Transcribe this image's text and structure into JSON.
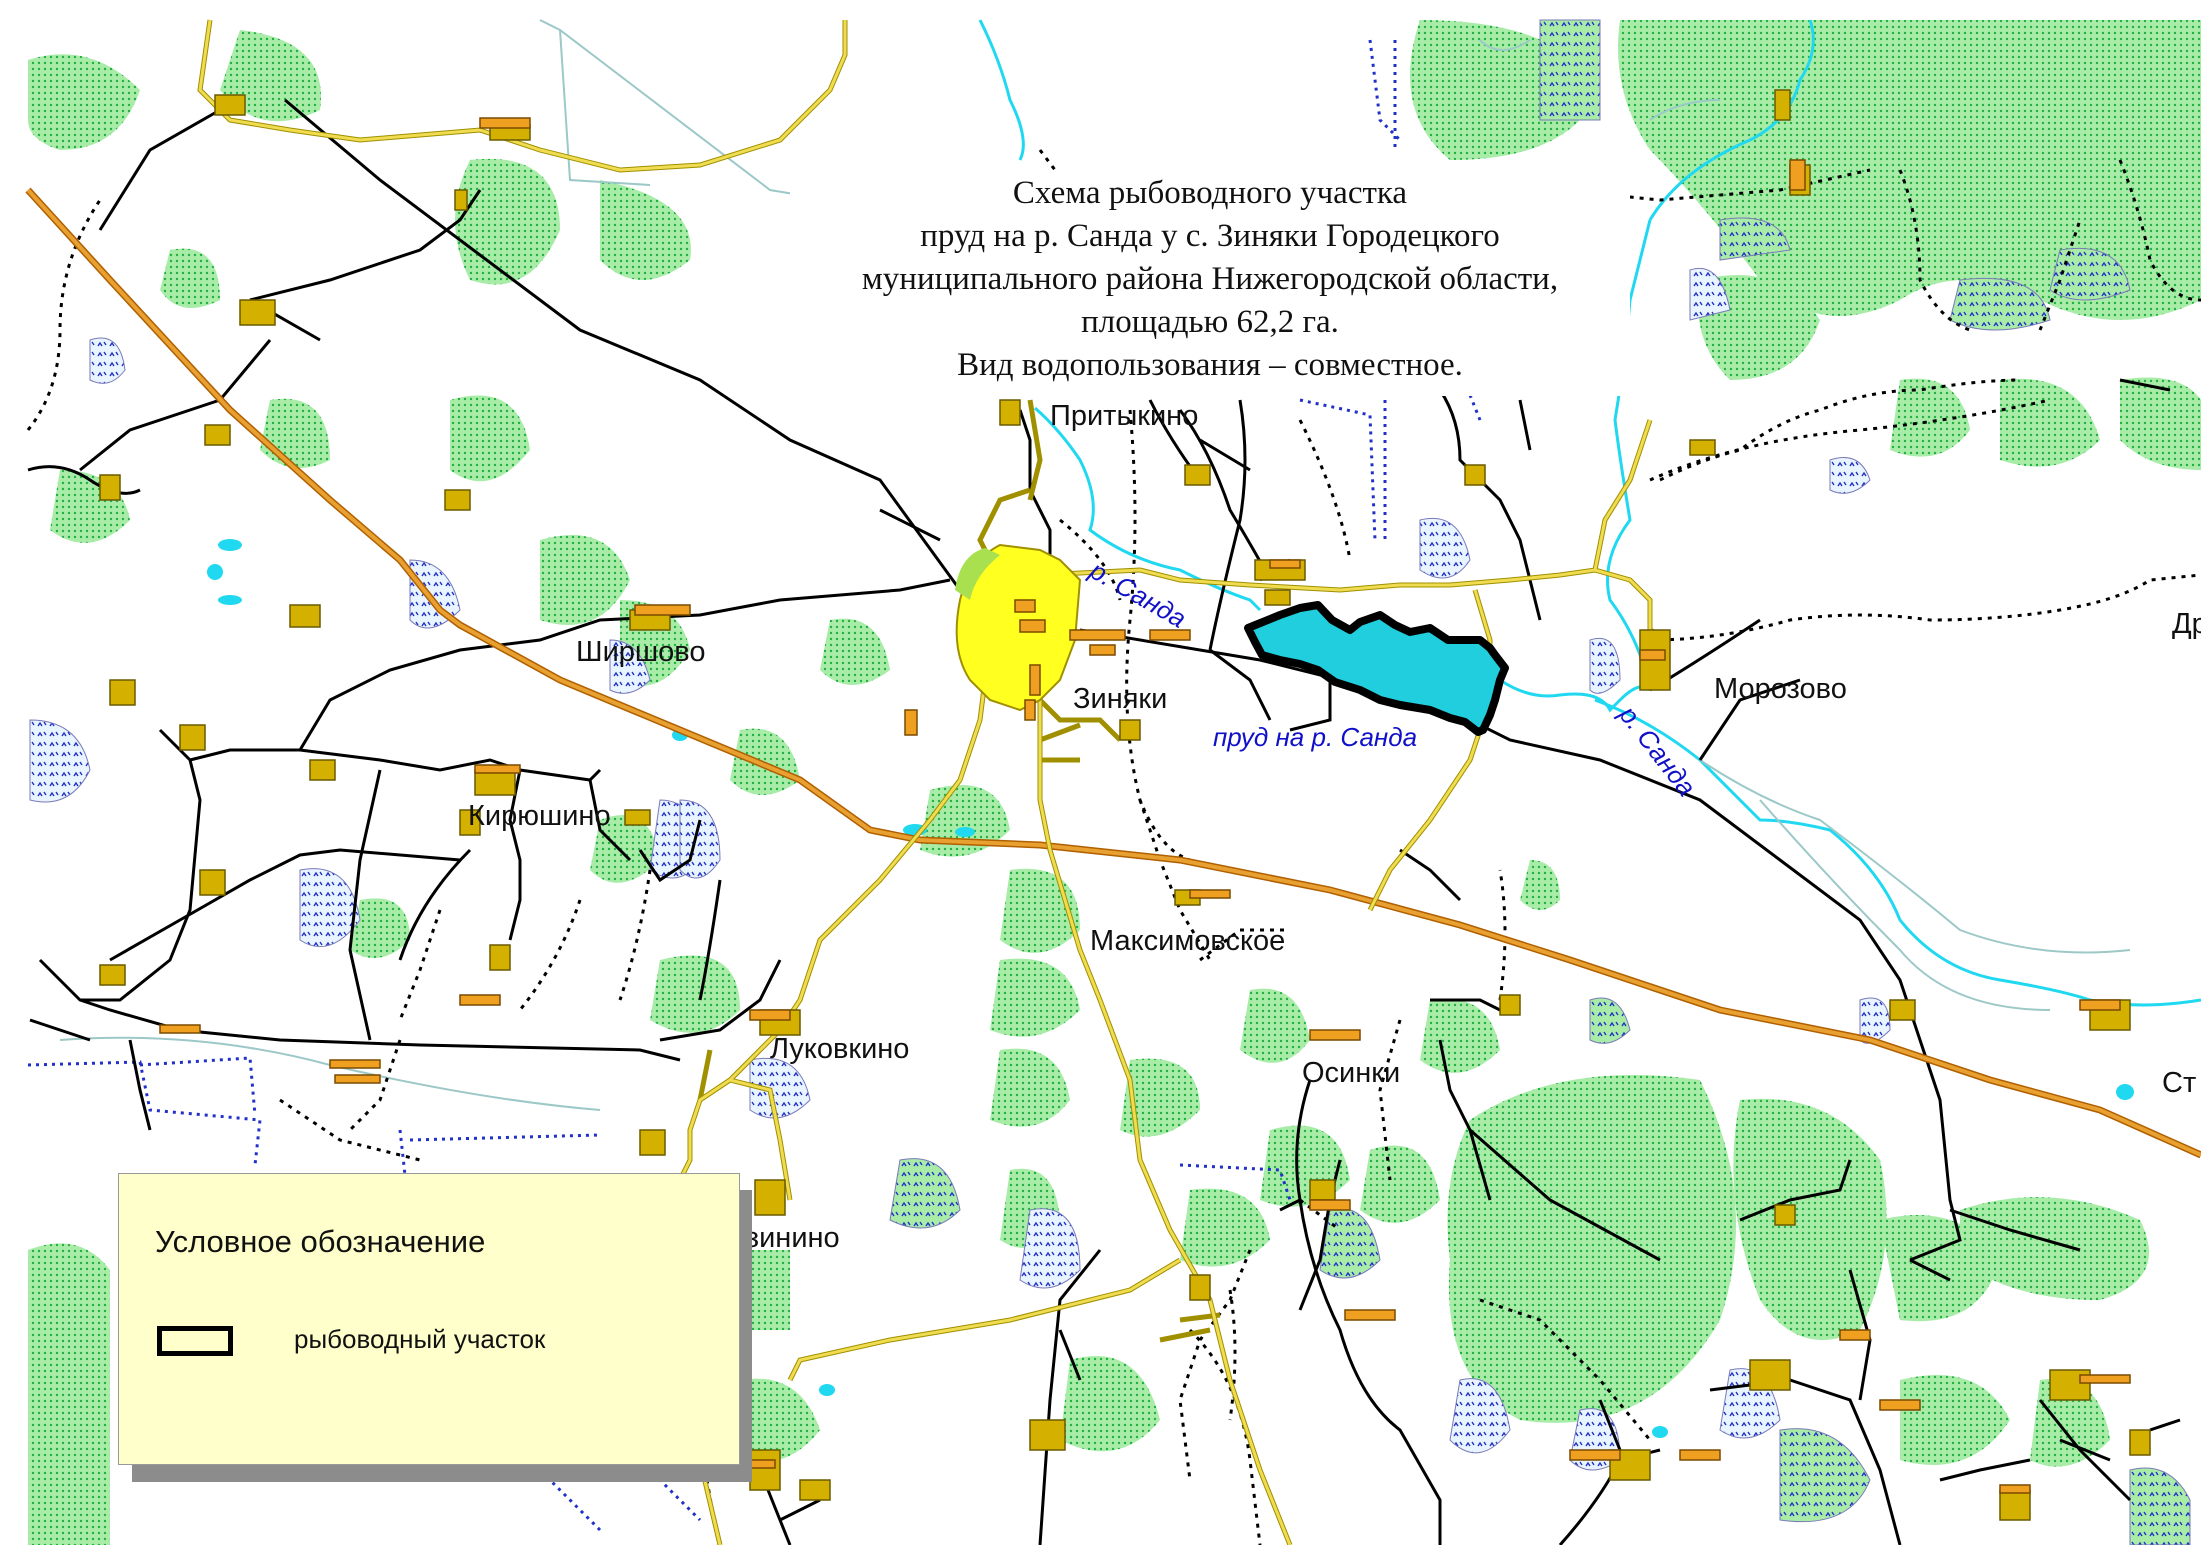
{
  "title": {
    "lines": [
      "Схема рыбоводного участка",
      "пруд на р. Санда у с. Зиняки Городецкого",
      "муниципального района Нижегородской области,",
      "площадью 62,2 га.",
      "Вид водопользования – совместное."
    ]
  },
  "legend": {
    "title": "Условное обозначение",
    "items": [
      {
        "label": "рыбоводный участок"
      }
    ]
  },
  "places": {
    "pritykino": "Притыкино",
    "shirshovo": "Ширшово",
    "zinyaki": "Зиняки",
    "morozovo": "Морозово",
    "kiryushino": "Кирюшино",
    "maksimovskoe": "Максимовское",
    "lukovkino": "Луковкино",
    "osinki": "Осинки",
    "zinino": "озинино",
    "dr": "Др",
    "st": "Ст"
  },
  "rivers": {
    "sanda_upper": "р. Санда",
    "sanda_lower": "р. Санда",
    "pond": "пруд на р. Санда"
  },
  "colors": {
    "forest": "#a8eca8",
    "marsh": "#2030c8",
    "settlement": "#d4b000",
    "roofs": "#f0a020",
    "main_road": "#e8a030",
    "road": "#f0dc50",
    "river": "#20d8f0",
    "pond_fill": "#20cede",
    "village_center": "#ffff20"
  }
}
